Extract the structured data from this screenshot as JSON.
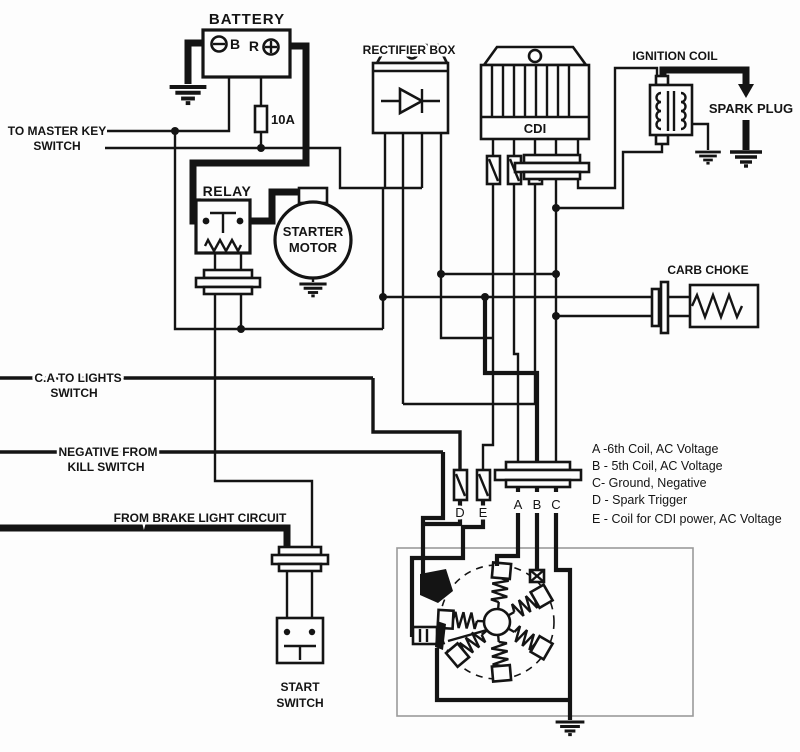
{
  "diagram": {
    "battery": {
      "label": "BATTERY",
      "neg_terminal": "B",
      "pos_terminal": "R"
    },
    "fuse_label": "10A",
    "master_key": {
      "l1": "TO MASTER KEY",
      "l2": "SWITCH"
    },
    "rectifier_label": "RECTIFIER BOX",
    "cdi_label": "CDI",
    "ignition_label": "IGNITION COIL",
    "spark_label": "SPARK PLUG",
    "relay_label": "RELAY",
    "starter": {
      "l1": "STARTER",
      "l2": "MOTOR"
    },
    "choke_label": "CARB CHOKE",
    "lights": {
      "l1": "C.A TO LIGHTS",
      "l2": "SWITCH"
    },
    "kill": {
      "l1": "NEGATIVE FROM",
      "l2": "KILL SWITCH"
    },
    "brake_label": "FROM BRAKE LIGHT CIRCUIT",
    "start_switch": {
      "l1": "START",
      "l2": "SWITCH"
    },
    "wire_letters": {
      "a": "A",
      "b": "B",
      "c": "C",
      "d": "D",
      "e": "E"
    },
    "legend": [
      "A -6th Coil, AC Voltage",
      "B - 5th Coil, AC Voltage",
      "C- Ground, Negative",
      "D - Spark Trigger",
      "E - Coil for CDI power, AC Voltage"
    ],
    "colors": {
      "ink": "#141414",
      "background": "#fdfdfd",
      "stator_outline": "#9a9a9a"
    }
  }
}
